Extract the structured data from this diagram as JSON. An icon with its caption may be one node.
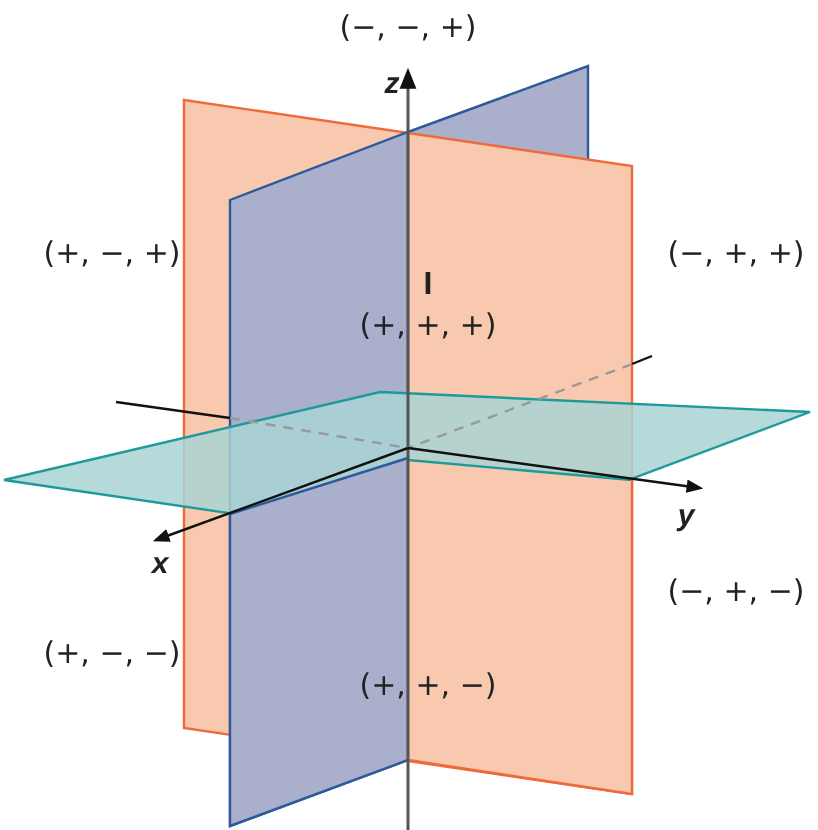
{
  "diagram": {
    "labels": [
      "(−, −, +)",
      "z",
      "(+, −, +)",
      "(−, +, +)",
      "I",
      "(+, +, +)",
      "y",
      "x",
      "(+, −, −)",
      "(−, +, −)",
      "(+, +, −)"
    ]
  }
}
